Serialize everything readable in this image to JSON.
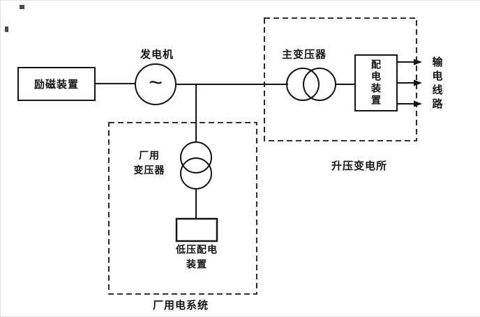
{
  "colors": {
    "line": "#141414",
    "background": "#ffffff"
  },
  "labels": {
    "excitation_device": "励磁装置",
    "generator": "发电机",
    "generator_symbol": "~",
    "main_transformer": "主变压器",
    "switchgear": "配电装置",
    "transmission_lines": "输电线路",
    "step_up_substation": "升压变电所",
    "plant_transformer": "厂用\n变压器",
    "lv_switchgear": "低压配电\n装置",
    "plant_power_system": "厂用电系统"
  }
}
